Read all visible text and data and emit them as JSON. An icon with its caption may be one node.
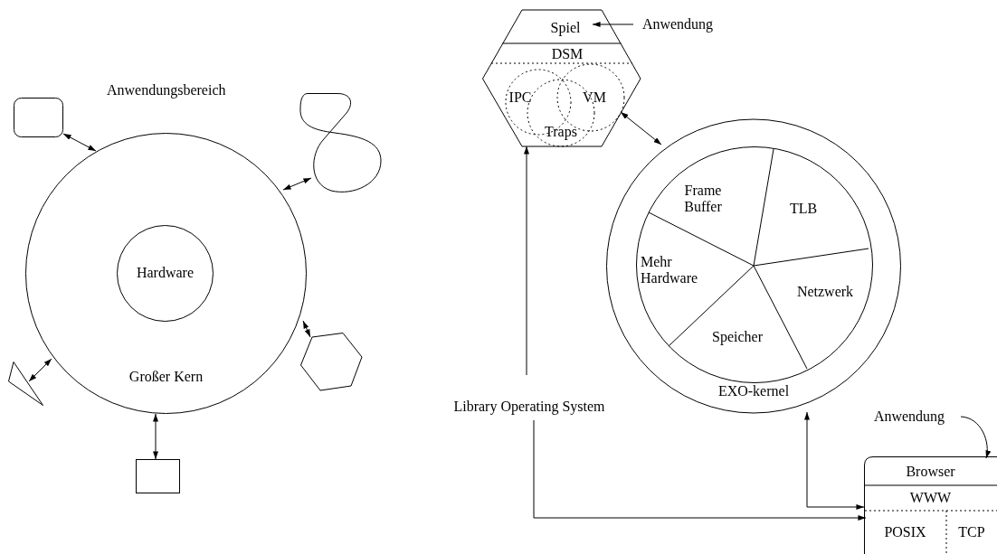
{
  "diagram": {
    "nodes": [
      {
        "text": [
          "Großer Kern"
        ]
      },
      {
        "text": [
          "Hardware"
        ],
        "in": 0
      },
      {
        "text": [],
        "shape": "box"
      },
      {
        "text": [],
        "shape": "loop"
      },
      {
        "text": [],
        "shape": "hexagon"
      },
      {
        "text": [],
        "shape": "triangle"
      },
      {
        "text": [],
        "shape": "box"
      },
      {
        "text": [],
        "shape": "hexagon"
      },
      {
        "text": [
          "Spiel"
        ],
        "in": 7
      },
      {
        "text": [
          "DSM"
        ],
        "in": 7
      },
      {
        "text": [
          "IPC"
        ],
        "in": 7
      },
      {
        "text": [
          "VM"
        ],
        "in": 7
      },
      {
        "text": [
          "Traps"
        ],
        "in": 7
      },
      {
        "text": [
          "Anwendung"
        ]
      },
      {
        "text": [
          "EXO-kernel"
        ]
      },
      {
        "text": [],
        "shape": "circle",
        "in": 14
      },
      {
        "text": [
          "Frame Buffer"
        ],
        "in": 15
      },
      {
        "text": [
          "TLB"
        ],
        "in": 15
      },
      {
        "text": [
          "Mehr Hardware"
        ],
        "in": 15
      },
      {
        "text": [
          "Netzwerk"
        ],
        "in": 15
      },
      {
        "text": [
          "Speicher"
        ],
        "in": 15
      },
      {
        "text": [
          "Library Operating System"
        ]
      },
      {
        "text": [],
        "shape": "box"
      },
      {
        "text": [
          "Browser"
        ],
        "in": 22
      },
      {
        "text": [
          "WWW"
        ],
        "in": 22
      },
      {
        "text": [
          "POSIX"
        ],
        "in": 22
      },
      {
        "text": [
          "TCP"
        ],
        "in": 22
      },
      {
        "text": [
          "Anwendung"
        ]
      }
    ],
    "edges": [
      {
        "from": 2,
        "to": 0,
        "arrow": "both"
      },
      {
        "from": 3,
        "to": 0,
        "arrow": "both"
      },
      {
        "from": 4,
        "to": 0,
        "arrow": "both"
      },
      {
        "from": 5,
        "to": 0,
        "arrow": "both"
      },
      {
        "from": 6,
        "to": 0,
        "arrow": "both"
      },
      {
        "from": 13,
        "to": 8,
        "arrow": "to"
      },
      {
        "from": 7,
        "to": 14,
        "arrow": "both"
      },
      {
        "from": 21,
        "to": 7,
        "arrow": "to"
      },
      {
        "from": 21,
        "to": 25,
        "arrow": "to"
      },
      {
        "from": 14,
        "to": 22,
        "arrow": "both"
      },
      {
        "from": 27,
        "to": 23,
        "arrow": "to"
      }
    ],
    "labels": [
      "Anwendungsbereich"
    ]
  }
}
